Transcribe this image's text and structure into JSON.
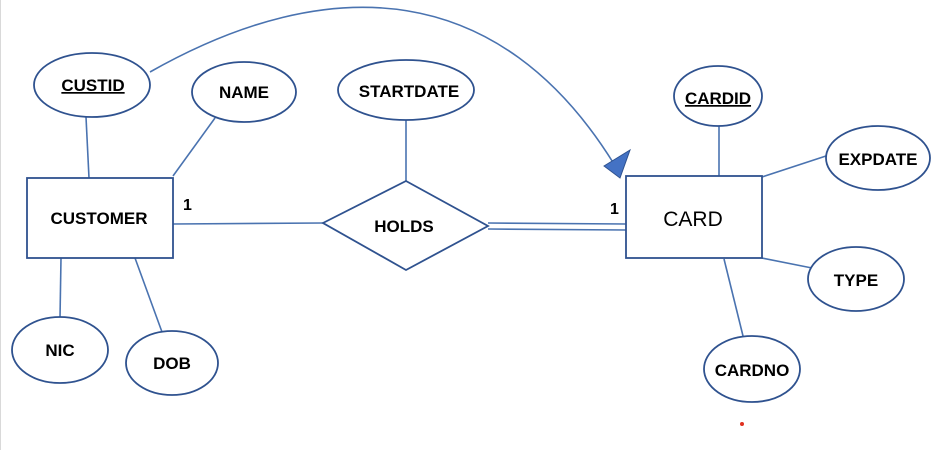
{
  "diagram": {
    "entities": {
      "customer": "CUSTOMER",
      "card": "CARD"
    },
    "relationship": {
      "holds": "HOLDS"
    },
    "attributes": {
      "custid": "CUSTID",
      "name": "NAME",
      "nic": "NIC",
      "dob": "DOB",
      "startdate": "STARTDATE",
      "cardid": "CARDID",
      "expdate": "EXPDATE",
      "type": "TYPE",
      "cardno": "CARDNO"
    },
    "cardinalities": {
      "customer_side": "1",
      "card_side": "1"
    },
    "colors": {
      "line": "#4a73b0",
      "shape_border": "#2f528f",
      "arrow_fill": "#4472c4",
      "dot": "#e03020"
    }
  }
}
